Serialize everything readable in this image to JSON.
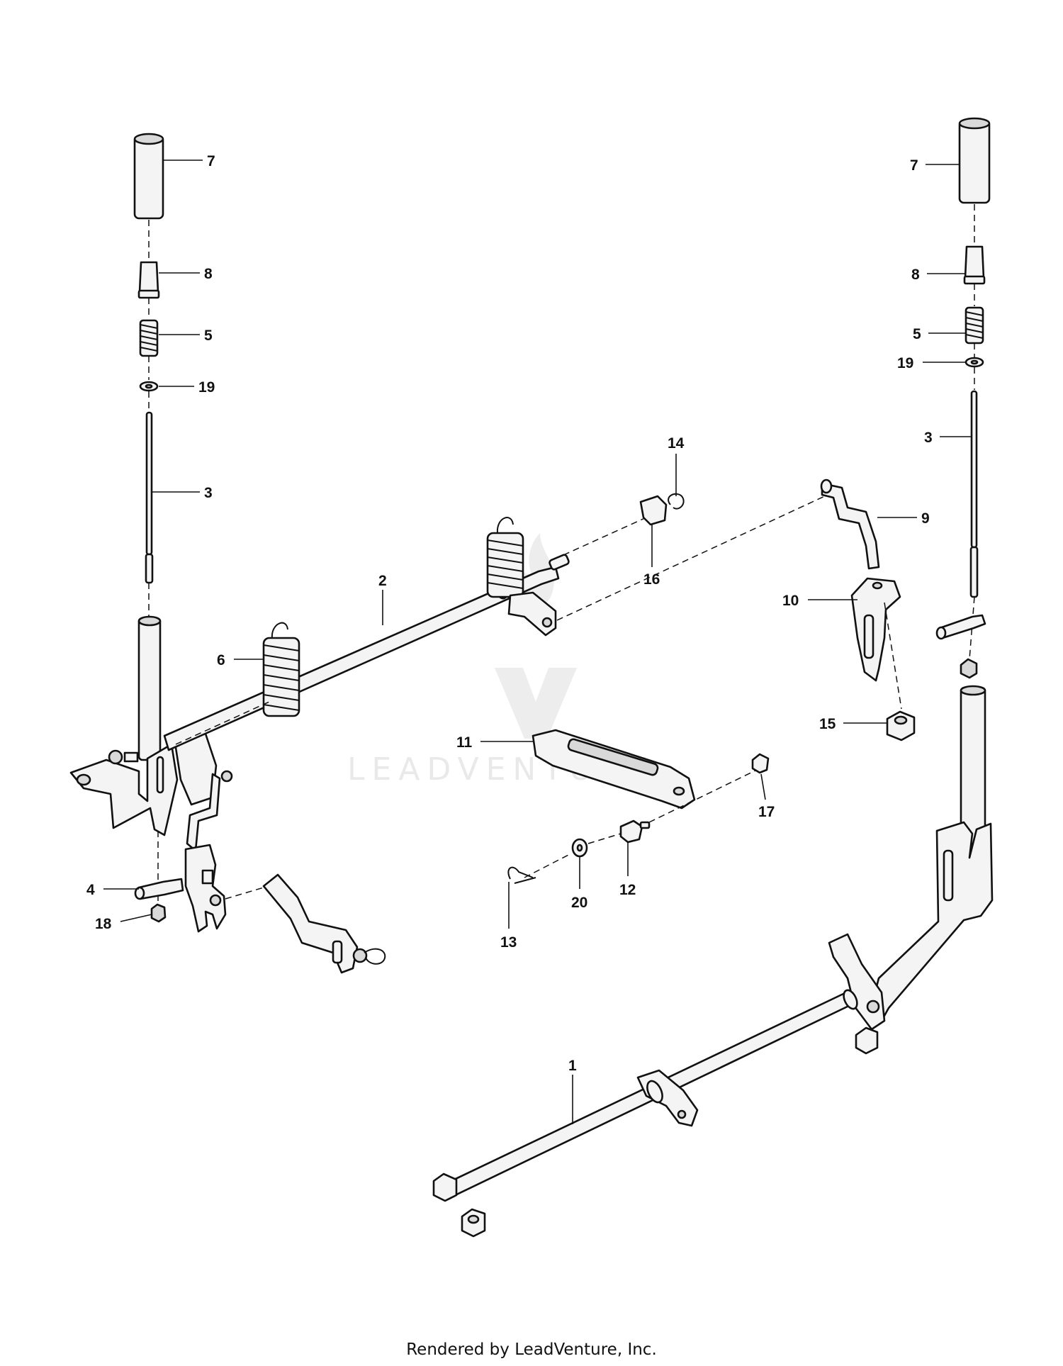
{
  "watermark": {
    "text": "LEADVENTURE"
  },
  "callouts": {
    "c7_left": "7",
    "c8_left": "8",
    "c5_left": "5",
    "c19_left": "19",
    "c3_left": "3",
    "c2": "2",
    "c6": "6",
    "c4": "4",
    "c18": "18",
    "c14": "14",
    "c16": "16",
    "c9": "9",
    "c10": "10",
    "c15": "15",
    "c11": "11",
    "c17": "17",
    "c12": "12",
    "c20": "20",
    "c13": "13",
    "c1": "1",
    "c7_right": "7",
    "c8_right": "8",
    "c5_right": "5",
    "c19_right": "19",
    "c3_right": "3"
  },
  "footer": {
    "text": "Rendered by LeadVenture, Inc."
  },
  "colors": {
    "line": "#111111",
    "part_fill": "#f4f4f4",
    "watermark": "#e9e9e9"
  }
}
